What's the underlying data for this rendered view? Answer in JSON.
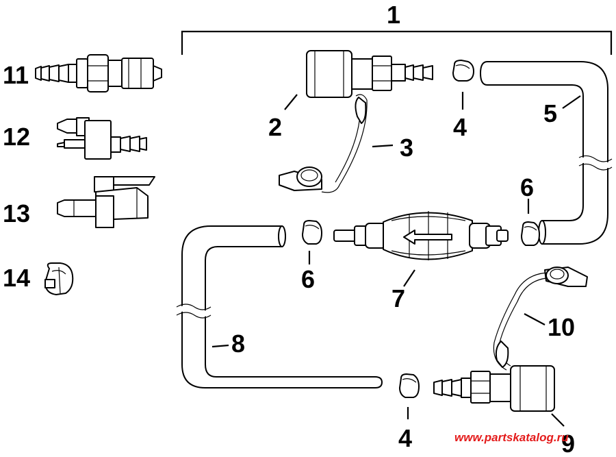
{
  "labels": {
    "kit": "1",
    "connector_female": "2",
    "cap": "3",
    "clamp_top": "4",
    "hose_right": "5",
    "clamp_right": "6",
    "clamp_left": "6",
    "primer_bulb": "7",
    "hose_left": "8",
    "connector_bottom": "9",
    "cap_bottom": "10",
    "clamp_bottom": "4",
    "fitting_11": "11",
    "fitting_12": "12",
    "fitting_13": "13",
    "clip_14": "14"
  },
  "watermark": "www.partskatalog.ru"
}
